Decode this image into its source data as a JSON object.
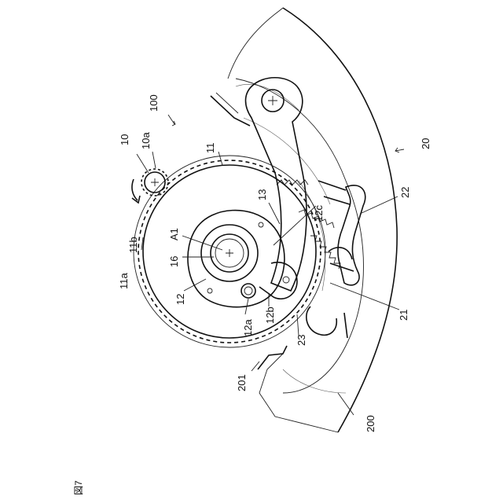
{
  "figure": {
    "caption": "図7"
  },
  "labels": {
    "l100": "100",
    "l10": "10",
    "l10a": "10a",
    "l11": "11",
    "l11a": "11a",
    "l11b": "11b",
    "lA1": "A1",
    "l16": "16",
    "l12": "12",
    "l12a": "12a",
    "l12b": "12b",
    "l12c": "12c",
    "l13": "13",
    "l20": "20",
    "l21": "21",
    "l22": "22",
    "l23": "23",
    "l200": "200",
    "l201": "201"
  }
}
